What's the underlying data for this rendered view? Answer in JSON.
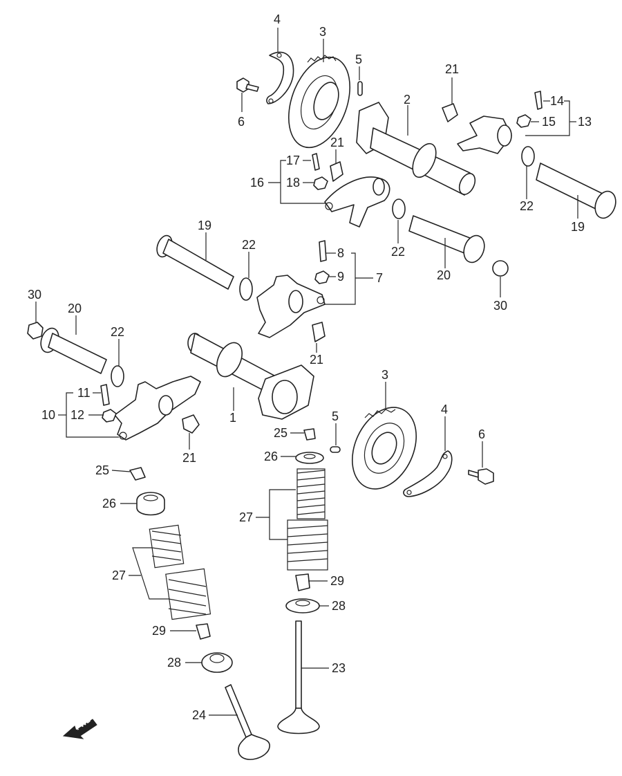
{
  "callouts": {
    "c1": "1",
    "c2": "2",
    "c3a": "3",
    "c3b": "3",
    "c4a": "4",
    "c4b": "4",
    "c5a": "5",
    "c5b": "5",
    "c6a": "6",
    "c6b": "6",
    "c7": "7",
    "c8": "8",
    "c9": "9",
    "c10": "10",
    "c11": "11",
    "c12": "12",
    "c13": "13",
    "c14": "14",
    "c15": "15",
    "c16": "16",
    "c17": "17",
    "c18": "18",
    "c19a": "19",
    "c19b": "19",
    "c20a": "20",
    "c20b": "20",
    "c21a": "21",
    "c21b": "21",
    "c21c": "21",
    "c21d": "21",
    "c22a": "22",
    "c22b": "22",
    "c22c": "22",
    "c22d": "22",
    "c23": "23",
    "c24": "24",
    "c25a": "25",
    "c25b": "25",
    "c26a": "26",
    "c26b": "26",
    "c27a": "27",
    "c27b": "27",
    "c28a": "28",
    "c28b": "28",
    "c29a": "29",
    "c29b": "29",
    "c30a": "30",
    "c30b": "30"
  },
  "fwd_label": "FWD"
}
